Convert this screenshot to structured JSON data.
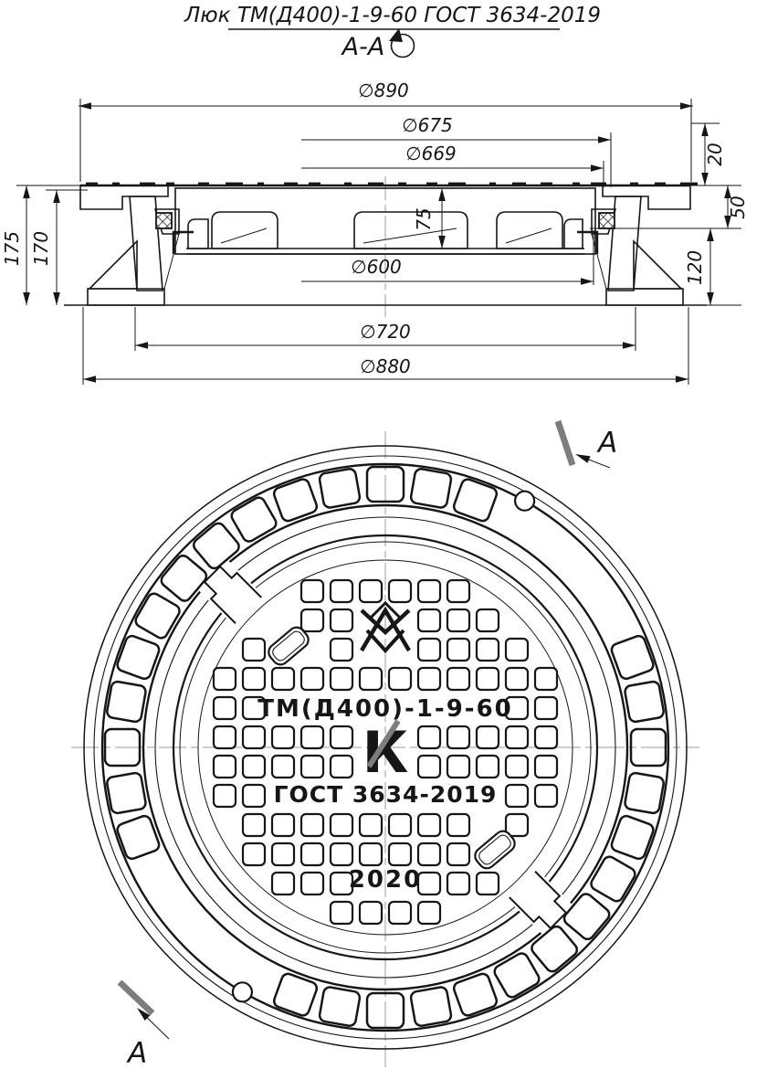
{
  "title": "Люк ТМ(Д400)-1-9-60 ГОСТ 3634-2019",
  "section": {
    "label": "А-А",
    "cut_label": "А"
  },
  "dims": {
    "d890": "∅890",
    "d675": "∅675",
    "d669": "∅669",
    "d600": "∅600",
    "d720": "∅720",
    "d880": "∅880",
    "t20": "20",
    "t50": "50",
    "t75": "75",
    "t120": "120",
    "t170": "170",
    "t175": "175"
  },
  "cover": {
    "model": "ТМ(Д400)-1-9-60",
    "mark": "К",
    "gost": "ГОСТ 3634-2019",
    "year": "2020"
  },
  "icons": {
    "logo": "zigzag-m-emblem",
    "rotated_symbol": "rotated-view-icon"
  },
  "colors": {
    "ink": "#161616",
    "cut": "#7d7d7d",
    "centerline": "#9b9b9b",
    "bg": "#ffffff"
  }
}
